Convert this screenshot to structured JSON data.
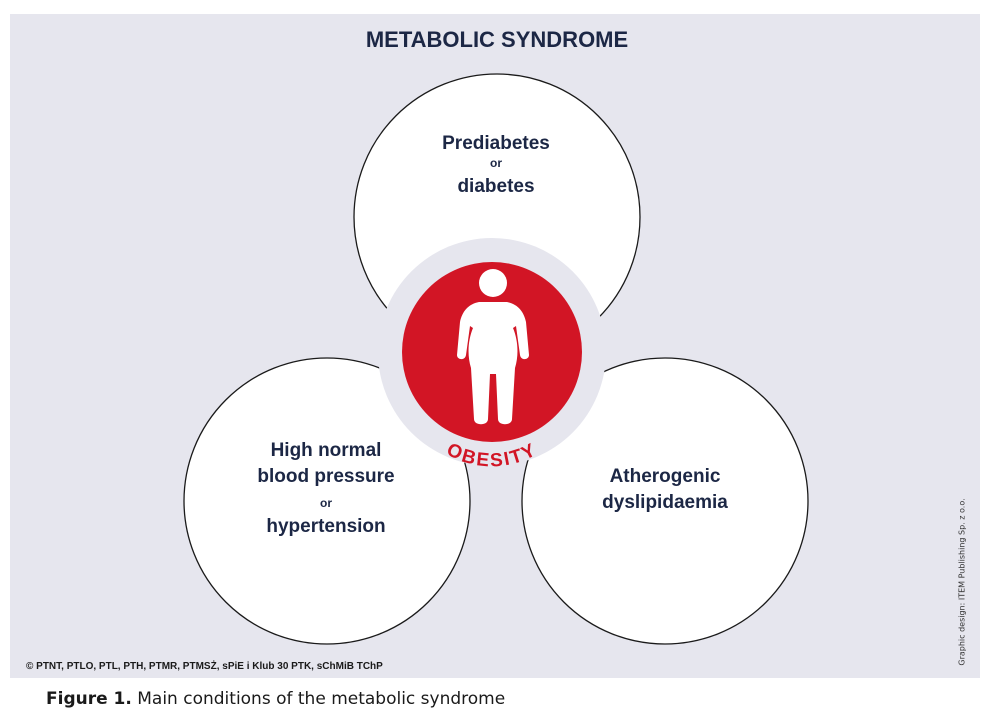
{
  "title": "METABOLIC SYNDROME",
  "nodes": {
    "top": {
      "line1": "Prediabetes",
      "connector": "or",
      "line2": "diabetes"
    },
    "left": {
      "line1": "High normal",
      "line2": "blood pressure",
      "connector": "or",
      "line3": "hypertension"
    },
    "right": {
      "line1": "Atherogenic",
      "line2": "dyslipidaemia"
    },
    "center": {
      "label": "OBESITY",
      "icon": "person-icon"
    }
  },
  "copyright": "© PTNT, PTLO, PTL, PTH, PTMR, PTMSŻ, sPiE i Klub 30 PTK, sChMiB TChP",
  "design_credit": "Graphic design: ITEM Publishing Sp. z o.o.",
  "caption": {
    "label": "Figure 1.",
    "text": "Main conditions of the metabolic syndrome"
  },
  "colors": {
    "background": "#e6e6ee",
    "navy": "#1c2745",
    "red": "#d21525",
    "circle_fill": "#ffffff",
    "outline": "#1a1a1a"
  }
}
